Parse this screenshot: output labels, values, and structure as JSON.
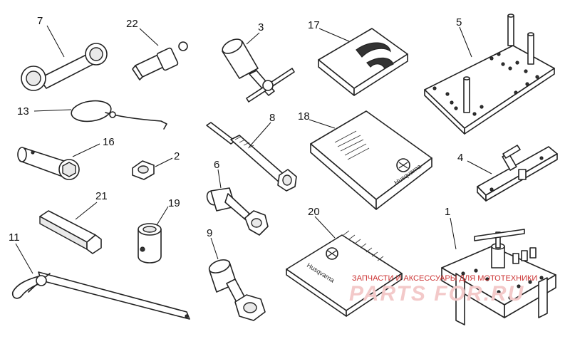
{
  "callouts": {
    "c1": "1",
    "c2": "2",
    "c3": "3",
    "c4": "4",
    "c5": "5",
    "c6": "6",
    "c7": "7",
    "c8": "8",
    "c9": "9",
    "c11": "11",
    "c13": "13",
    "c16": "16",
    "c17": "17",
    "c18": "18",
    "c19": "19",
    "c20": "20",
    "c21": "21",
    "c22": "22"
  },
  "watermark": {
    "line": "ЗАПЧАСТИ И АКСЕССУАРЫ ДЛЯ МОТОТЕХНИКИ",
    "logo": "PARTS FOR.RU"
  },
  "brand": {
    "manual": "Husqvarna",
    "workshop": "Husqvarna"
  },
  "colors": {
    "line": "#222222",
    "watermark": "#cc3333"
  }
}
